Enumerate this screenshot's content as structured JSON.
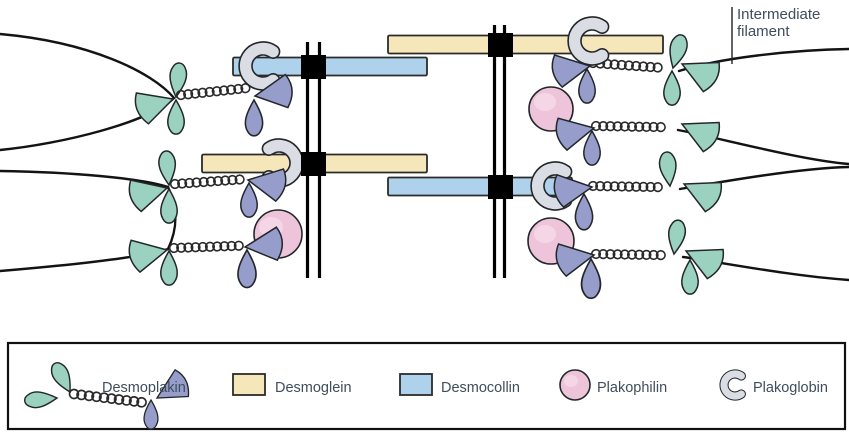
{
  "diagram_label": {
    "line1": "Intermediate",
    "line2": "filament"
  },
  "legend": {
    "items": [
      {
        "id": "desmoplakin",
        "label": "Desmoplakin",
        "swatch": "desmoplakin-molecule-icon"
      },
      {
        "id": "desmoglein",
        "label": "Desmoglein",
        "swatch": "tan-rectangle"
      },
      {
        "id": "desmocollin",
        "label": "Desmocollin",
        "swatch": "blue-rectangle"
      },
      {
        "id": "plakophilin",
        "label": "Plakophilin",
        "swatch": "pink-circle"
      },
      {
        "id": "plakoglobin",
        "label": "Plakoglobin",
        "swatch": "gray-crescent"
      }
    ]
  },
  "palette": {
    "teal": "#9bd1bf",
    "purple": "#979dcb",
    "gray": "#dadde3",
    "pink": "#eec4da",
    "pink_sheen": "#f7dcea",
    "tan": "#f6e7bb",
    "blue": "#aed2ec",
    "outline": "#23272b",
    "filament": "#131313",
    "membrane": "#000000",
    "text": "#3f4d5c"
  }
}
